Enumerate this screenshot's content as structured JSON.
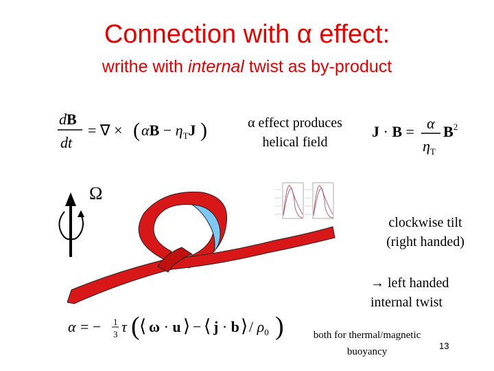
{
  "slide": {
    "title": "Connection with α effect:",
    "subtitle_pre": "writhe with ",
    "subtitle_italic": "internal",
    "subtitle_post": " twist as by-product",
    "alpha_effect_line1": "α effect produces",
    "alpha_effect_line2": "helical field",
    "omega_symbol": "Ω",
    "clockwise_line1": "clockwise tilt",
    "clockwise_line2": "(right handed)",
    "lefthanded_line1": "left handed",
    "lefthanded_line2": "internal twist",
    "buoyancy_line1": "both for thermal/magnetic",
    "buoyancy_line2": "buoyancy",
    "page_number": "13",
    "arrow_glyph": "→"
  },
  "equations": {
    "induction": {
      "lhs_num": "dB",
      "lhs_den": "dt",
      "rhs": "= ∇ × (αB − ηT J)"
    },
    "helicity": {
      "lhs": "J · B =",
      "num": "α",
      "den": "ηT",
      "rhs": "B²"
    },
    "alpha": {
      "text": "α = − 1/3 τ (⟨ω · u⟩ − ⟨j · b⟩ / ρ0)"
    }
  },
  "colors": {
    "title": "#e00000",
    "tube_red": "#d81818",
    "tube_inner_blue": "#7ec8f5"
  },
  "icons": [
    "omega-rotation-icon",
    "arrow-right-icon"
  ]
}
